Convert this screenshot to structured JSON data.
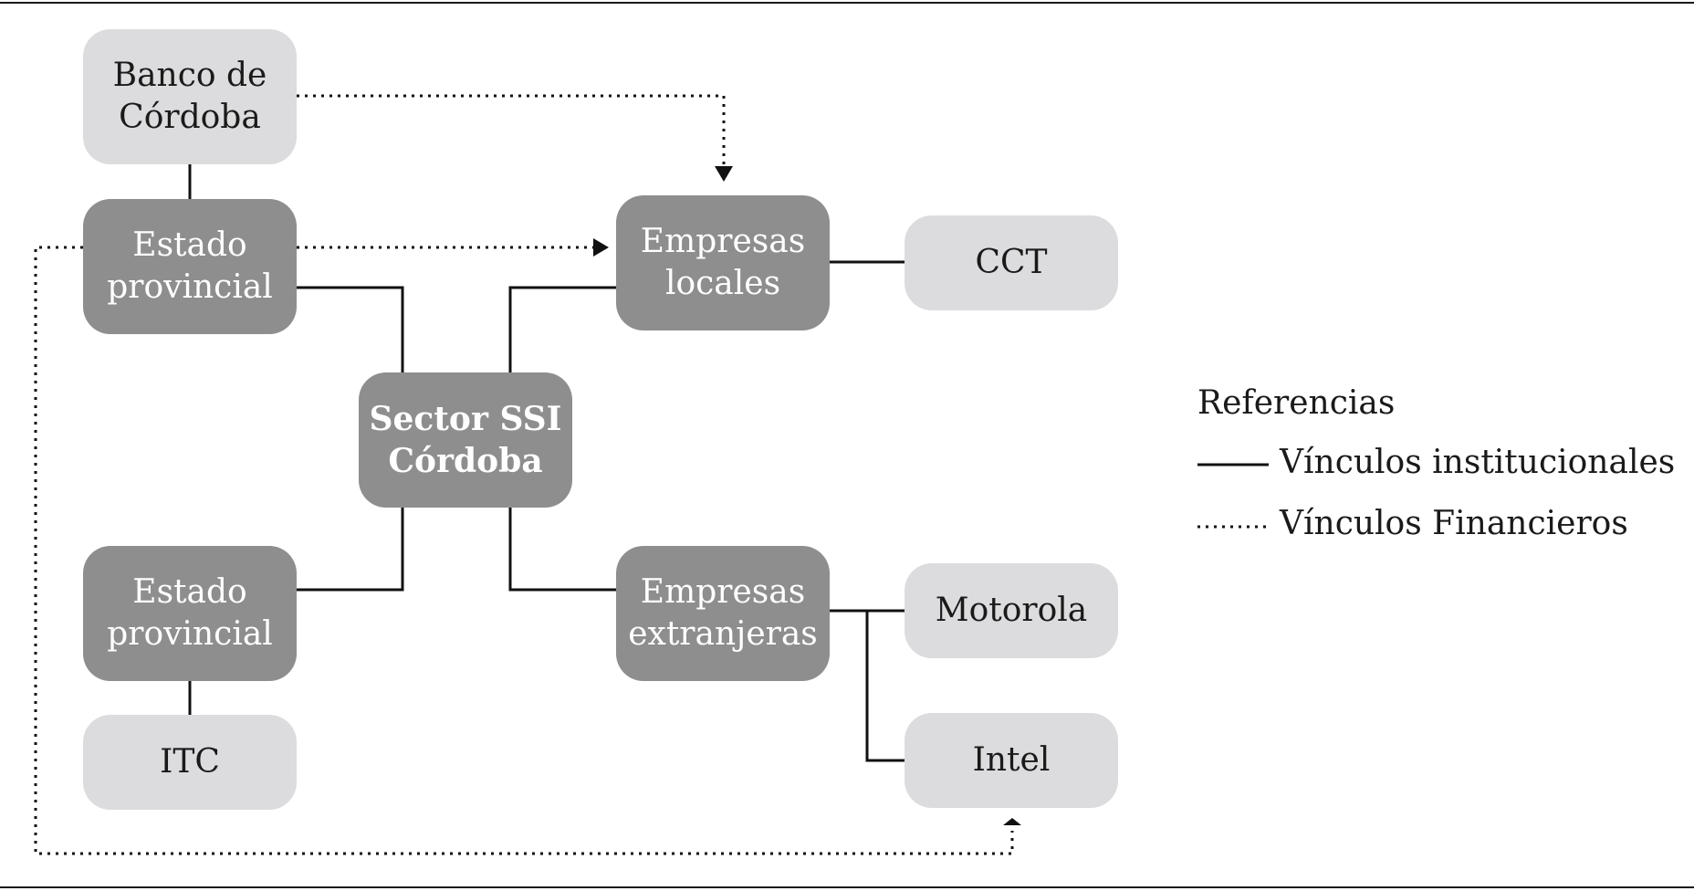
{
  "nodes": {
    "banco": {
      "line1": "Banco de",
      "line2": "Córdoba"
    },
    "estado1": {
      "line1": "Estado",
      "line2": "provincial"
    },
    "estado2": {
      "line1": "Estado",
      "line2": "provincial"
    },
    "itc": {
      "label": "ITC"
    },
    "sector": {
      "line1": "Sector SSI",
      "line2": "Córdoba"
    },
    "locales": {
      "line1": "Empresas",
      "line2": "locales"
    },
    "extranj": {
      "line1": "Empresas",
      "line2": "extranjeras"
    },
    "cct": {
      "label": "CCT"
    },
    "motorola": {
      "label": "Motorola"
    },
    "intel": {
      "label": "Intel"
    }
  },
  "legend": {
    "title": "Referencias",
    "solid_label": "Vínculos institucionales",
    "dotted_label": "Vínculos Financieros"
  },
  "colors": {
    "light_node": "#dcdcde",
    "dark_node": "#8e8e8e",
    "line": "#111111"
  }
}
